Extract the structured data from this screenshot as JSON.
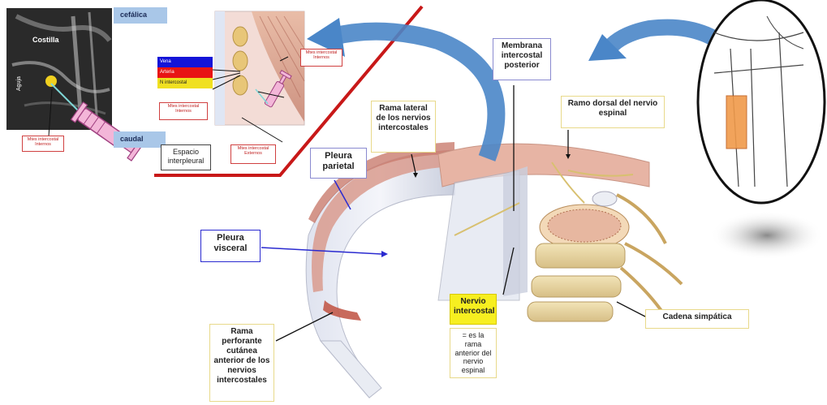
{
  "labels": {
    "cefalica": "cefálica",
    "caudal": "caudal",
    "costilla": "Costilla",
    "vertical_tag": "Aguja",
    "tag_left": "Mtes intercostal Internos",
    "tag_top_right": "Mtes intercostal Internos",
    "tag_mid": "Mtes intercostal Internos",
    "tag_bottom": "Mtes intercostal Externos",
    "key_vena": "Vena",
    "key_arteria": "Arteria",
    "key_nervio": "N intercostal",
    "espacio": "Espacio interpleural",
    "membrana": "Membrana intercostal posterior",
    "rama_lateral": "Rama lateral de los nervios intercostales",
    "ramo_dorsal": "Ramo dorsal del nervio espinal",
    "pleura_parietal": "Pleura parietal",
    "pleura_visceral": "Pleura visceral",
    "nervio_intercostal": "Nervio intercostal",
    "nervio_desc": "= es la rama anterior del nervio espinal",
    "cadena": "Cadena simpática",
    "rama_perforante": "Rama perforante cutánea anterior de los nervios intercostales"
  },
  "colors": {
    "red_line": "#c81818",
    "arrow_blue": "#4a86c8",
    "key_vena": "#1414d8",
    "key_arteria": "#e81414",
    "key_nervio": "#f0e020",
    "yellow_box": "#f7ef20"
  }
}
